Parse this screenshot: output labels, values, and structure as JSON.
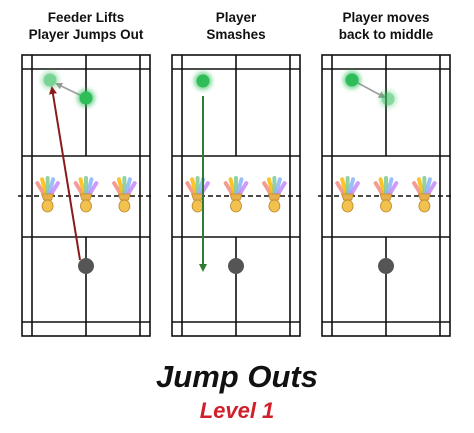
{
  "panels": [
    {
      "title": "Feeder Lifts\nPlayer Jumps Out",
      "move_arrow": {
        "color": "#8b1a1a"
      },
      "return_arrow": true
    },
    {
      "title": "Player\nSmashes",
      "move_arrow": {
        "color": "#2e7d32"
      },
      "return_arrow": false
    },
    {
      "title": "Player moves\nback to middle",
      "move_arrow": null,
      "return_arrow": true
    }
  ],
  "main_title": "Jump Outs",
  "subtitle": "Level 1",
  "colors": {
    "court_line": "#111111",
    "player_green": "#2ebd59",
    "player_gray": "#555555",
    "accent_red": "#d0202b",
    "feather_colors": [
      "#f28b82",
      "#fbbc04",
      "#81c995",
      "#8ab4f8",
      "#c58af9"
    ]
  },
  "icons": [
    "shuttlecock-icon"
  ]
}
